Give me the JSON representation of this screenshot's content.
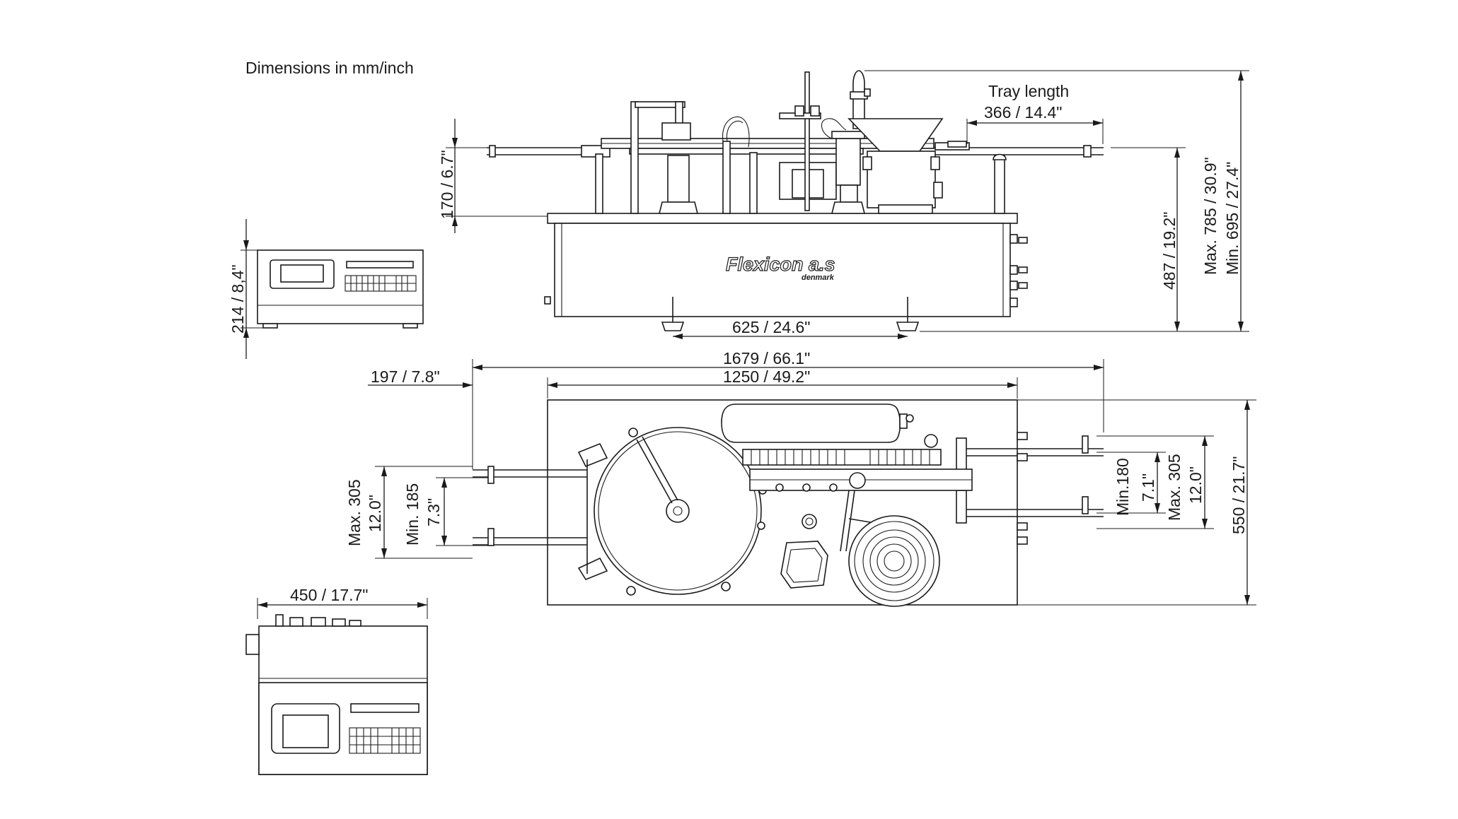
{
  "title": "Dimensions in mm/inch",
  "brand": {
    "name": "Flexicon a.s",
    "sub": "denmark"
  },
  "side_view": {
    "tray_label": "Tray length",
    "tray_dim": "366  / 14.4\"",
    "upper_height": "170 / 6.7\"",
    "table_height": "487 / 19.2\"",
    "max_height": "Max. 785 / 30.9\"",
    "min_height": "Min.  695 / 27.4\"",
    "feet_spacing": "625  / 24.6\""
  },
  "controller_front": {
    "height": "214 / 8,4\""
  },
  "top_view": {
    "offset": "197  / 7.8\"",
    "overall_length": "1679  / 66.1\"",
    "table_length": "1250  / 49.2\"",
    "depth": "550  / 21.7\"",
    "left_max": "Max. 305",
    "left_max_in": "12.0\"",
    "left_min": "Min.  185",
    "left_min_in": "7.3\"",
    "right_min": "Min.180",
    "right_min_in": "7.1\"",
    "right_max": "Max.  305",
    "right_max_in": "12.0\""
  },
  "controller_top": {
    "width": "450  / 17.7\""
  }
}
